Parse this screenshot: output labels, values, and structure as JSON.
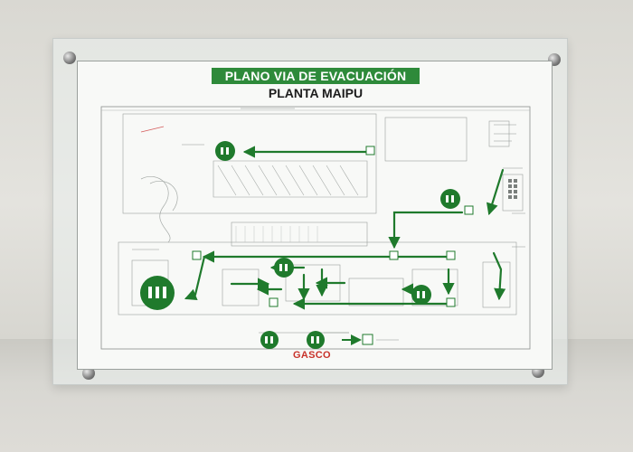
{
  "sign": {
    "title": "PLANO VIA DE EVACUACIÓN",
    "subtitle": "PLANTA MAIPU",
    "logo": "GASCO"
  },
  "colors": {
    "route_green": "#1f7a2c",
    "title_bg": "#2e8a3a",
    "logo_red": "#c8322a"
  },
  "icons": [
    "assembly-point-icon",
    "emergency-exit-icon",
    "direction-arrow-icon"
  ]
}
